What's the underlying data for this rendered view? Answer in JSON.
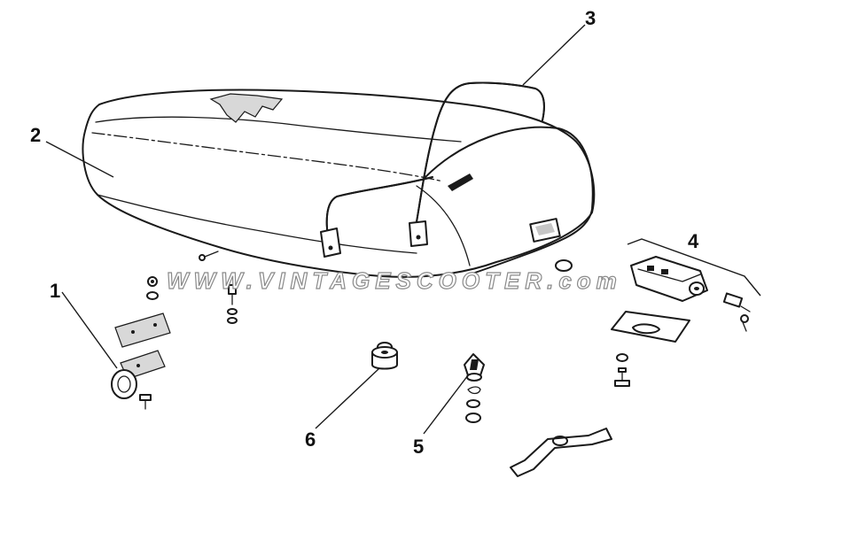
{
  "watermark": "WWW.VINTAGESCOOTER.com",
  "callouts": [
    {
      "id": "1",
      "label": "1"
    },
    {
      "id": "2",
      "label": "2"
    },
    {
      "id": "3",
      "label": "3"
    },
    {
      "id": "4",
      "label": "4"
    },
    {
      "id": "5",
      "label": "5"
    },
    {
      "id": "6",
      "label": "6"
    }
  ],
  "colors": {
    "ink": "#1a1a1a",
    "background": "#ffffff",
    "watermark_outline": "#8a8a8a"
  }
}
